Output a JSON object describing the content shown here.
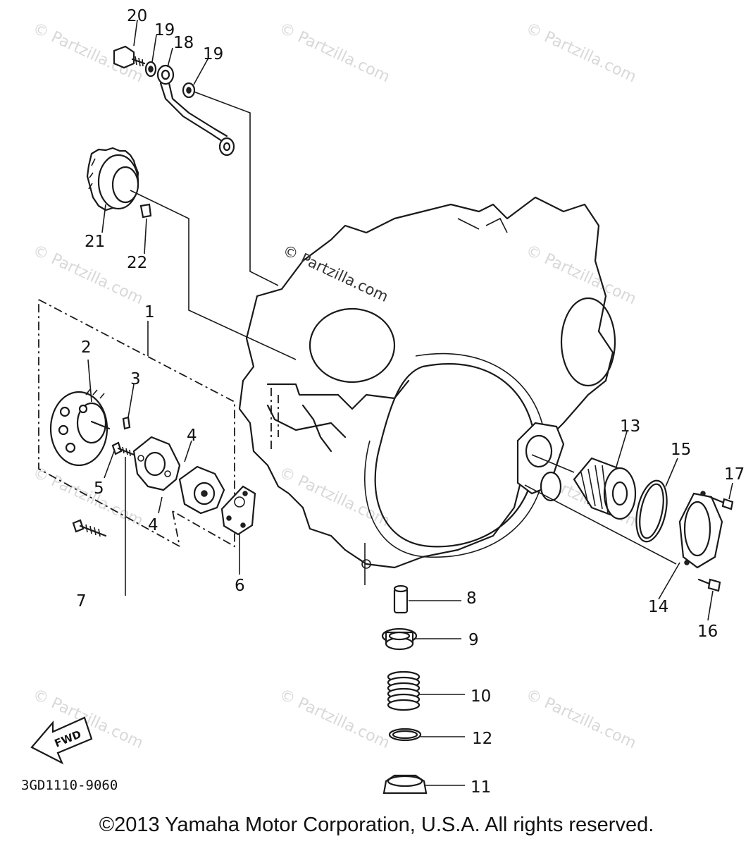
{
  "diagram": {
    "part_numbers": [
      "1",
      "2",
      "3",
      "4",
      "4",
      "5",
      "6",
      "7",
      "8",
      "9",
      "10",
      "11",
      "12",
      "13",
      "14",
      "15",
      "16",
      "17",
      "18",
      "19",
      "19",
      "20",
      "21",
      "22"
    ],
    "drawing_code": "3GD1110-9060",
    "fwd_label": "FWD",
    "center_watermark": "© Partzilla.com",
    "watermark_text": "© Partzilla.com"
  },
  "footer": {
    "copyright": "©2013  Yamaha Motor Corporation, U.S.A. All rights reserved."
  }
}
